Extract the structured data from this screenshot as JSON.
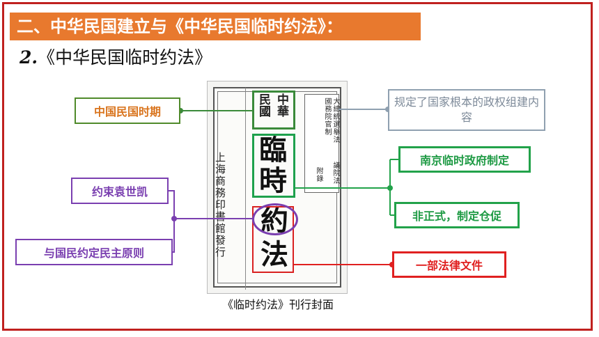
{
  "title": "二、中华民国建立与《中华民国临时约法》：",
  "subtitle": {
    "num": "2.",
    "text": "《中华民国临时约法》"
  },
  "cover": {
    "publisher": "上海商務印書館發行",
    "top_left": "民國",
    "top_right": "中華",
    "char1": "臨",
    "char2": "時",
    "char3": "約",
    "char4": "法",
    "small_col1": "大總統選舉法",
    "small_col2": "國務院官制",
    "small_col3": "議院法",
    "small_col4": "附錄"
  },
  "labels": {
    "period": "中国民国时期",
    "define": "规定了国家根本的政权组建内容",
    "nanjing": "南京临时政府制定",
    "informal": "非正式，制定仓促",
    "yuan": "约束袁世凯",
    "demo": "与国民约定民主原则",
    "legal": "一部法律文件"
  },
  "caption": "《临时约法》刊行封面",
  "colors": {
    "frame": "#c0211f",
    "title_bg": "#e8792e",
    "green": "#22a24a",
    "purple": "#7a3fb0",
    "red": "#e02020",
    "gray": "#8fa0b0",
    "orange_text": "#d9741d"
  }
}
